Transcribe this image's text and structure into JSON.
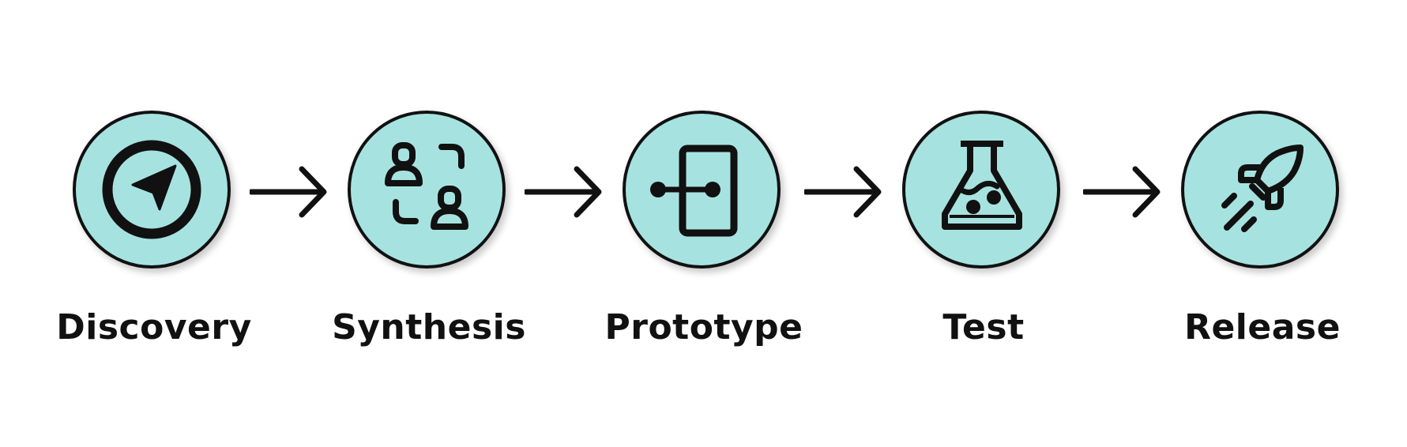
{
  "colors": {
    "circle_fill": "#a6e3e0",
    "stroke": "#111111",
    "background": "#ffffff"
  },
  "stages": [
    {
      "label": "Discovery",
      "icon": "compass-icon"
    },
    {
      "label": "Synthesis",
      "icon": "users-swap-icon"
    },
    {
      "label": "Prototype",
      "icon": "prototype-frame-icon"
    },
    {
      "label": "Test",
      "icon": "flask-icon"
    },
    {
      "label": "Release",
      "icon": "rocket-icon"
    }
  ],
  "connectors": [
    "arrow-right-icon",
    "arrow-right-icon",
    "arrow-right-icon",
    "arrow-right-icon"
  ]
}
